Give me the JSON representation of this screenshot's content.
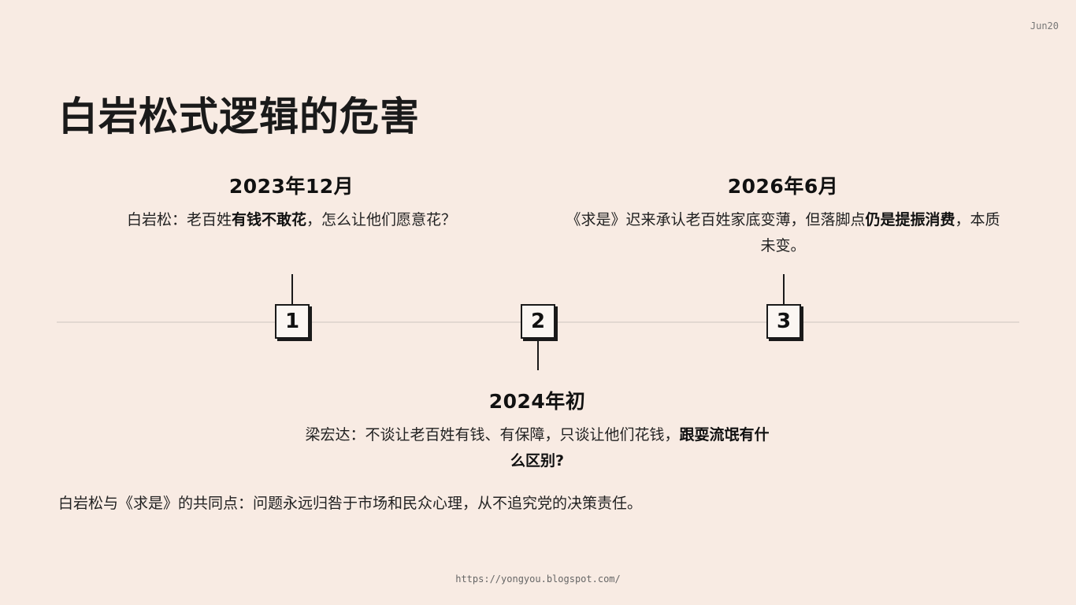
{
  "header": {
    "date_tag": "Jun20",
    "title": "白岩松式逻辑的危害"
  },
  "events": [
    {
      "number": "1",
      "date": "2023年12月",
      "text_plain_1": "白岩松：老百姓",
      "text_bold_1": "有钱不敢花",
      "text_plain_2": "，怎么让他们愿意花？"
    },
    {
      "number": "2",
      "date": "2024年初",
      "text_plain_1": "梁宏达：不谈让老百姓有钱、有保障，只谈让他们花钱，",
      "text_bold_1": "跟耍流氓有什么区别?"
    },
    {
      "number": "3",
      "date": "2026年6月",
      "text_plain_1": "《求是》迟来承认老百姓家底变薄，但落脚点",
      "text_bold_1": "仍是提振消费",
      "text_plain_2": "，本质未变。"
    }
  ],
  "summary": "白岩松与《求是》的共同点：问题永远归咎于市场和民众心理，从不追究党的决策责任。",
  "footer": {
    "url": "https://yongyou.blogspot.com/"
  }
}
